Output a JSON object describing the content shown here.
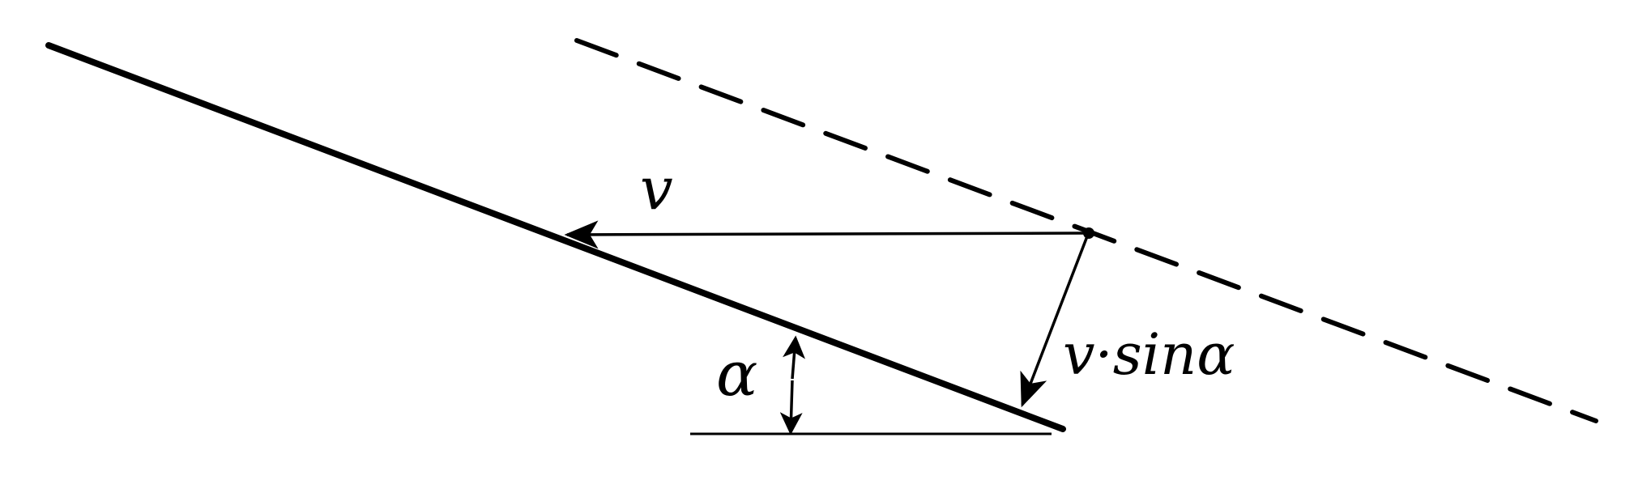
{
  "labels": {
    "velocity": "v",
    "velocity_component": "v·sinα",
    "angle": "α"
  },
  "colors": {
    "ink": "#000000",
    "background": "#ffffff"
  }
}
